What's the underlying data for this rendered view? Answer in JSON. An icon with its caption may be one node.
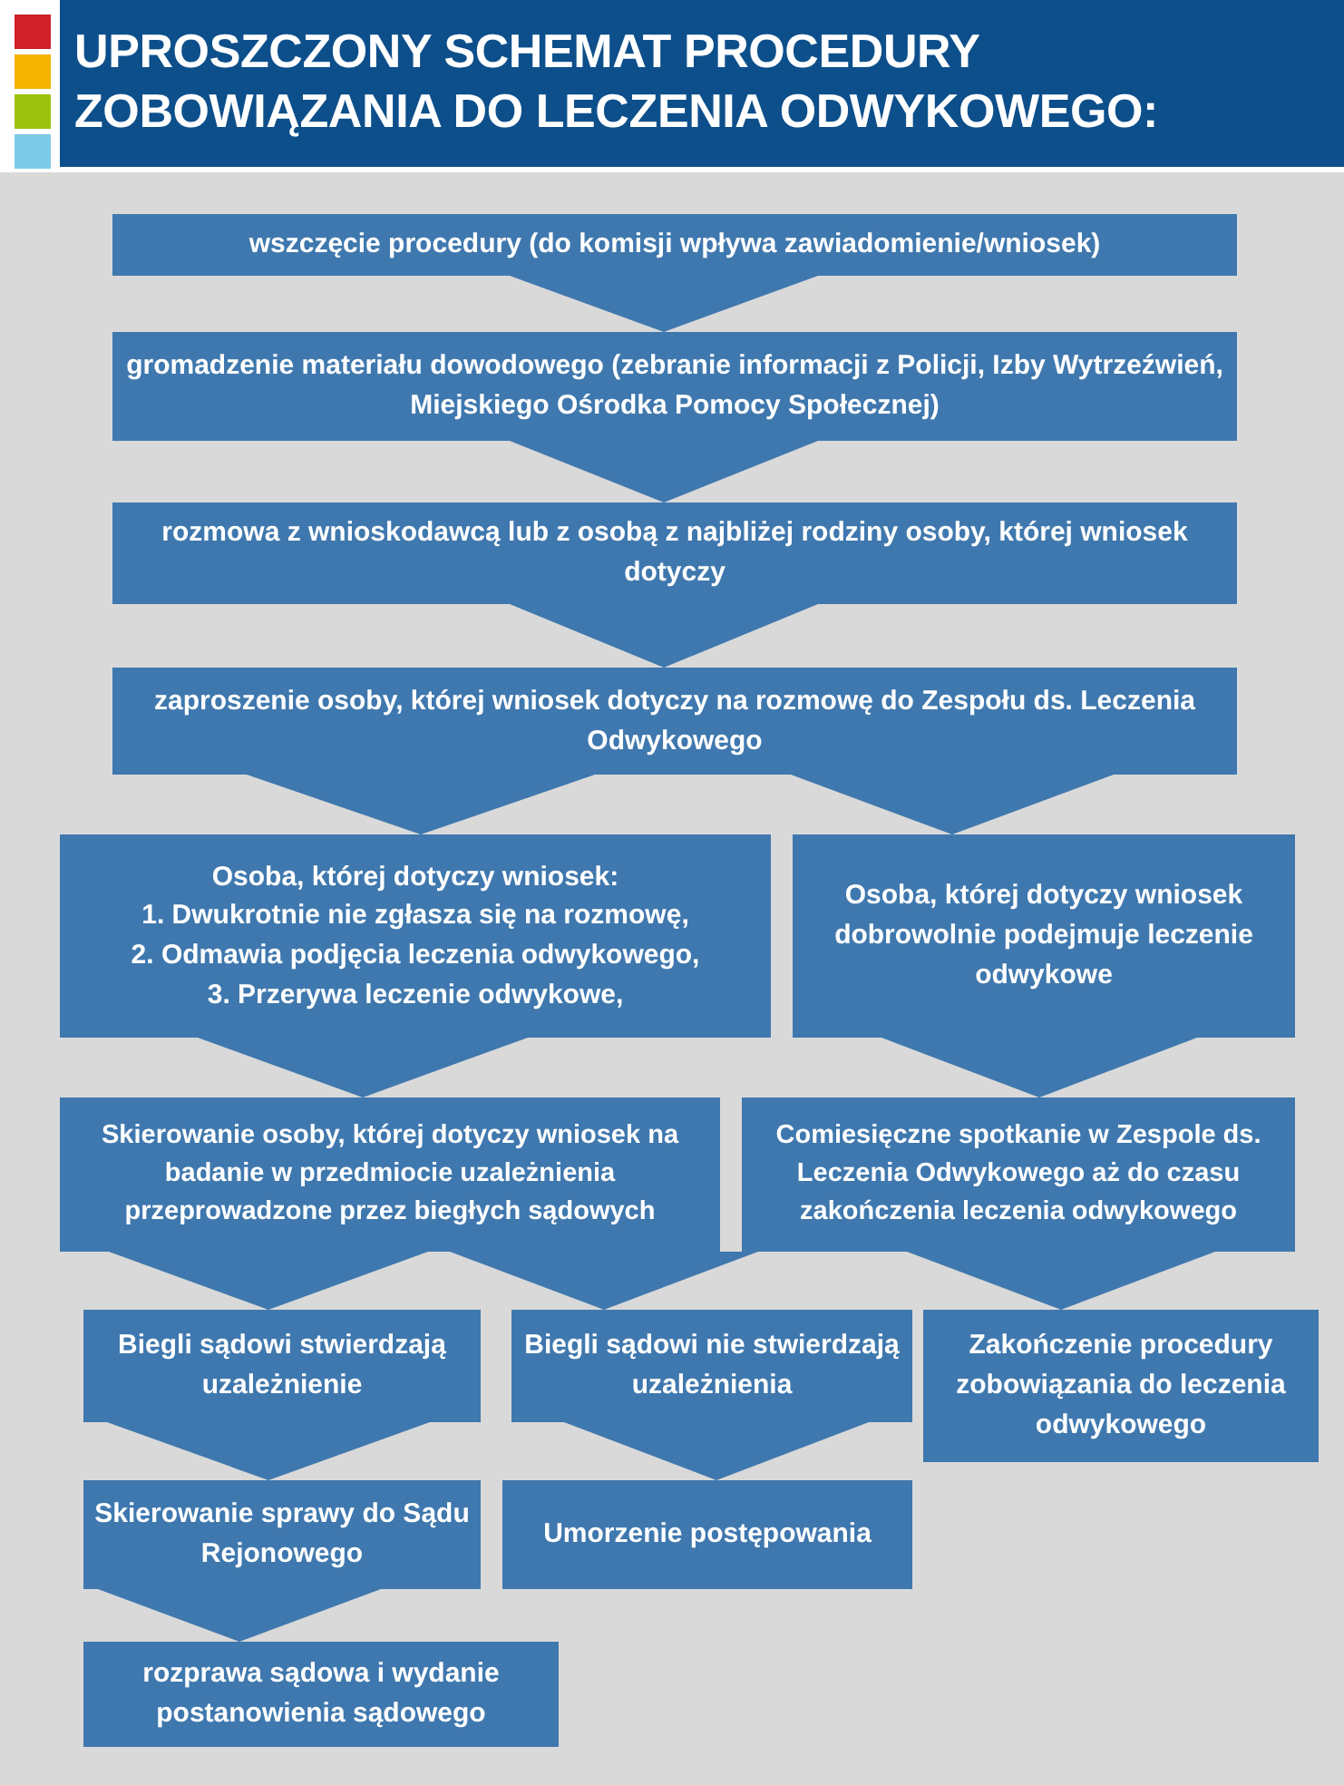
{
  "diagram": {
    "title": "UPROSZCZONY SCHEMAT PROCEDURY ZOBOWIĄZANIA DO LECZENIA ODWYKOWEGO:",
    "nodes": [
      {
        "text": [
          "wszczęcie procedury (do komisji wpływa zawiadomienie/wniosek)"
        ]
      },
      {
        "text": [
          "gromadzenie materiału dowodowego (zebranie informacji z Policji, Izby Wytrzeźwień, Miejskiego Ośrodka Pomocy Społecznej)"
        ]
      },
      {
        "text": [
          "rozmowa z wnioskodawcą lub z osobą z najbliżej rodziny osoby, której wniosek dotyczy"
        ]
      },
      {
        "text": [
          "zaproszenie osoby, której wniosek dotyczy na rozmowę do Zespołu ds. Leczenia Odwykowego"
        ]
      },
      {
        "text": [
          "Osoba, której dotyczy wniosek:",
          "1. Dwukrotnie nie zgłasza się na rozmowę,",
          "2. Odmawia podjęcia leczenia odwykowego,",
          "3. Przerywa leczenie odwykowe,"
        ]
      },
      {
        "text": [
          "Osoba, której dotyczy wniosek dobrowolnie podejmuje leczenie odwykowe"
        ]
      },
      {
        "text": [
          "Skierowanie osoby, której dotyczy wniosek na badanie w przedmiocie uzależnienia przeprowadzone przez biegłych sądowych"
        ]
      },
      {
        "text": [
          "Comiesięczne spotkanie w Zespole ds. Leczenia Odwykowego aż do czasu zakończenia leczenia odwykowego"
        ]
      },
      {
        "text": [
          "Biegli sądowi stwierdzają uzależnienie"
        ]
      },
      {
        "text": [
          "Biegli sądowi nie stwierdzają uzależnienia"
        ]
      },
      {
        "text": [
          "Zakończenie procedury zobowiązania do leczenia odwykowego"
        ]
      },
      {
        "text": [
          "Skierowanie sprawy do Sądu Rejonowego"
        ]
      },
      {
        "text": [
          "Umorzenie postępowania"
        ]
      },
      {
        "text": [
          "rozprawa sądowa i wydanie postanowienia sądowego"
        ]
      }
    ],
    "edges": [
      {
        "from": 0,
        "to": 1,
        "arrow": "to"
      },
      {
        "from": 1,
        "to": 2,
        "arrow": "to"
      },
      {
        "from": 2,
        "to": 3,
        "arrow": "to"
      },
      {
        "from": 3,
        "to": 4,
        "arrow": "to"
      },
      {
        "from": 3,
        "to": 5,
        "arrow": "to"
      },
      {
        "from": 4,
        "to": 6,
        "arrow": "to"
      },
      {
        "from": 5,
        "to": 7,
        "arrow": "to"
      },
      {
        "from": 6,
        "to": 8,
        "arrow": "to"
      },
      {
        "from": 6,
        "to": 9,
        "arrow": "to"
      },
      {
        "from": 7,
        "to": 10,
        "arrow": "to"
      },
      {
        "from": 8,
        "to": 11,
        "arrow": "to"
      },
      {
        "from": 9,
        "to": 12,
        "arrow": "to"
      },
      {
        "from": 11,
        "to": 13,
        "arrow": "to"
      }
    ]
  }
}
